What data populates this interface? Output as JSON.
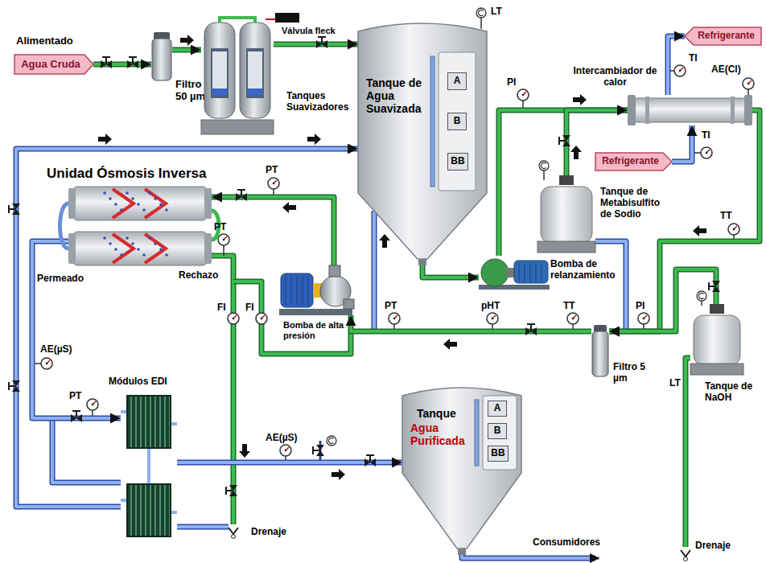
{
  "diagram": {
    "nodes": [
      {
        "text": [
          "Alimentado",
          "Agua Cruda"
        ]
      },
      {
        "text": [
          "Filtro 50 µm"
        ]
      },
      {
        "text": [
          "Tanques Suavizadores"
        ]
      },
      {
        "text": [
          "Tanque de Agua Suavizada"
        ]
      },
      {
        "text": [
          "A"
        ],
        "in": 3
      },
      {
        "text": [
          "B"
        ],
        "in": 3
      },
      {
        "text": [
          "BB"
        ],
        "in": 3
      },
      {
        "text": [
          "Refrigerante"
        ]
      },
      {
        "text": [
          "Intercambiador de calor"
        ]
      },
      {
        "text": [
          "Refrigerante"
        ]
      },
      {
        "text": [
          "Tanque de Metabisulfito de Sodio"
        ]
      },
      {
        "text": [
          "Unidad Ósmosis Inversa"
        ]
      },
      {
        "text": [
          "Bomba de alta presión"
        ]
      },
      {
        "text": [
          "Bomba de relanzamiento"
        ]
      },
      {
        "text": [
          "Tanque de NaOH"
        ]
      },
      {
        "text": [
          "Filtro 5 µm"
        ]
      },
      {
        "text": [
          "Módulos EDI"
        ]
      },
      {
        "text": [
          "Tanque",
          "Agua Purificada"
        ]
      },
      {
        "text": [
          "A"
        ],
        "in": 17
      },
      {
        "text": [
          "B"
        ],
        "in": 17
      },
      {
        "text": [
          "BB"
        ],
        "in": 17
      }
    ],
    "edges": [
      {
        "from": 0,
        "to": 1,
        "arrow": "to"
      },
      {
        "from": 1,
        "to": 2,
        "arrow": "to"
      },
      {
        "from": 2,
        "to": 3,
        "arrow": "to"
      },
      {
        "from": 3,
        "to": 13,
        "arrow": "to"
      },
      {
        "from": 13,
        "to": 8,
        "arrow": "to"
      },
      {
        "from": 8,
        "to": 7,
        "arrow": "to"
      },
      {
        "from": 9,
        "to": 8,
        "arrow": "to"
      },
      {
        "from": 10,
        "to": 8,
        "arrow": "to"
      },
      {
        "from": 8,
        "to": 15,
        "arrow": "to"
      },
      {
        "from": 14,
        "to": 15,
        "arrow": "to"
      },
      {
        "from": 15,
        "to": 12,
        "arrow": "to"
      },
      {
        "from": 12,
        "to": 11,
        "arrow": "to"
      },
      {
        "from": 11,
        "to": 16,
        "arrow": "to"
      },
      {
        "from": 16,
        "to": 17,
        "arrow": "to"
      },
      {
        "from": 16,
        "to": 3,
        "arrow": "to"
      }
    ],
    "labels": [
      "Válvula fleck",
      "LT",
      "TI",
      "AE(Cl)",
      "PI",
      "TI",
      "TT",
      "PT",
      "PT",
      "Permeado",
      "Rechazo",
      "FI",
      "FI",
      "PT",
      "pHT",
      "TT",
      "PI",
      "LT",
      "AE(µS)",
      "PT",
      "AE(µS)",
      "Drenaje",
      "Consumidores",
      "Drenaje"
    ]
  }
}
